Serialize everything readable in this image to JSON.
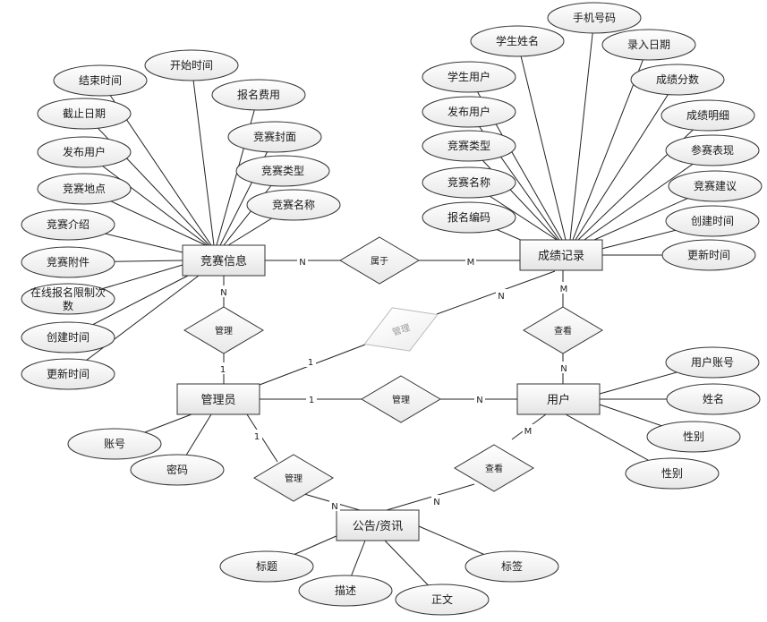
{
  "entities": [
    {
      "id": "competition",
      "label": "竞赛信息"
    },
    {
      "id": "score",
      "label": "成绩记录"
    },
    {
      "id": "admin",
      "label": "管理员"
    },
    {
      "id": "user",
      "label": "用户"
    },
    {
      "id": "notice",
      "label": "公告/资讯"
    }
  ],
  "relationships": [
    {
      "id": "belongs",
      "label": "属于",
      "faded": false
    },
    {
      "id": "manage_comp",
      "label": "管理",
      "faded": false
    },
    {
      "id": "manage_score",
      "label": "管理",
      "faded": true
    },
    {
      "id": "view_score",
      "label": "查看",
      "faded": false
    },
    {
      "id": "manage_user",
      "label": "管理",
      "faded": false
    },
    {
      "id": "manage_notice",
      "label": "管理",
      "faded": false
    },
    {
      "id": "view_notice",
      "label": "查看",
      "faded": false
    }
  ],
  "attributes": [
    {
      "id": "end_time",
      "label": "结束时间",
      "entity": "competition"
    },
    {
      "id": "start_time",
      "label": "开始时间",
      "entity": "competition"
    },
    {
      "id": "fee",
      "label": "报名费用",
      "entity": "competition"
    },
    {
      "id": "deadline",
      "label": "截止日期",
      "entity": "competition"
    },
    {
      "id": "cover",
      "label": "竞赛封面",
      "entity": "competition"
    },
    {
      "id": "publisher",
      "label": "发布用户",
      "entity": "competition"
    },
    {
      "id": "comp_type",
      "label": "竞赛类型",
      "entity": "competition"
    },
    {
      "id": "location",
      "label": "竞赛地点",
      "entity": "competition"
    },
    {
      "id": "comp_name",
      "label": "竞赛名称",
      "entity": "competition"
    },
    {
      "id": "intro",
      "label": "竞赛介绍",
      "entity": "competition"
    },
    {
      "id": "attach",
      "label": "竞赛附件",
      "entity": "competition"
    },
    {
      "id": "limit",
      "label": "在线报名限制次数",
      "entity": "competition"
    },
    {
      "id": "c_create",
      "label": "创建时间",
      "entity": "competition"
    },
    {
      "id": "c_update",
      "label": "更新时间",
      "entity": "competition"
    },
    {
      "id": "phone",
      "label": "手机号码",
      "entity": "score"
    },
    {
      "id": "stu_name",
      "label": "学生姓名",
      "entity": "score"
    },
    {
      "id": "entry_date",
      "label": "录入日期",
      "entity": "score"
    },
    {
      "id": "stu_user",
      "label": "学生用户",
      "entity": "score"
    },
    {
      "id": "points",
      "label": "成绩分数",
      "entity": "score"
    },
    {
      "id": "s_publisher",
      "label": "发布用户",
      "entity": "score"
    },
    {
      "id": "detail",
      "label": "成绩明细",
      "entity": "score"
    },
    {
      "id": "s_comp_type",
      "label": "竞赛类型",
      "entity": "score"
    },
    {
      "id": "performance",
      "label": "参赛表现",
      "entity": "score"
    },
    {
      "id": "s_comp_name",
      "label": "竞赛名称",
      "entity": "score"
    },
    {
      "id": "advice",
      "label": "竞赛建议",
      "entity": "score"
    },
    {
      "id": "reg_code",
      "label": "报名编码",
      "entity": "score"
    },
    {
      "id": "s_create",
      "label": "创建时间",
      "entity": "score"
    },
    {
      "id": "s_update",
      "label": "更新时间",
      "entity": "score"
    },
    {
      "id": "account",
      "label": "账号",
      "entity": "admin"
    },
    {
      "id": "password",
      "label": "密码",
      "entity": "admin"
    },
    {
      "id": "u_account",
      "label": "用户账号",
      "entity": "user"
    },
    {
      "id": "u_name",
      "label": "姓名",
      "entity": "user"
    },
    {
      "id": "u_gender1",
      "label": "性别",
      "entity": "user"
    },
    {
      "id": "u_gender2",
      "label": "性别",
      "entity": "user"
    },
    {
      "id": "title",
      "label": "标题",
      "entity": "notice"
    },
    {
      "id": "tag",
      "label": "标签",
      "entity": "notice"
    },
    {
      "id": "desc",
      "label": "描述",
      "entity": "notice"
    },
    {
      "id": "body",
      "label": "正文",
      "entity": "notice"
    }
  ],
  "cardinalities": [
    {
      "id": "belongs_comp",
      "label": "N"
    },
    {
      "id": "belongs_score",
      "label": "M"
    },
    {
      "id": "mc_comp",
      "label": "N"
    },
    {
      "id": "mc_admin",
      "label": "1"
    },
    {
      "id": "ms_admin",
      "label": "1"
    },
    {
      "id": "ms_score",
      "label": "N"
    },
    {
      "id": "vs_score",
      "label": "M"
    },
    {
      "id": "vs_user",
      "label": "N"
    },
    {
      "id": "mu_admin",
      "label": "1"
    },
    {
      "id": "mu_user",
      "label": "N"
    },
    {
      "id": "mn_admin",
      "label": "1"
    },
    {
      "id": "mn_notice",
      "label": "N"
    },
    {
      "id": "vn_user",
      "label": "M"
    },
    {
      "id": "vn_notice",
      "label": "N"
    }
  ]
}
